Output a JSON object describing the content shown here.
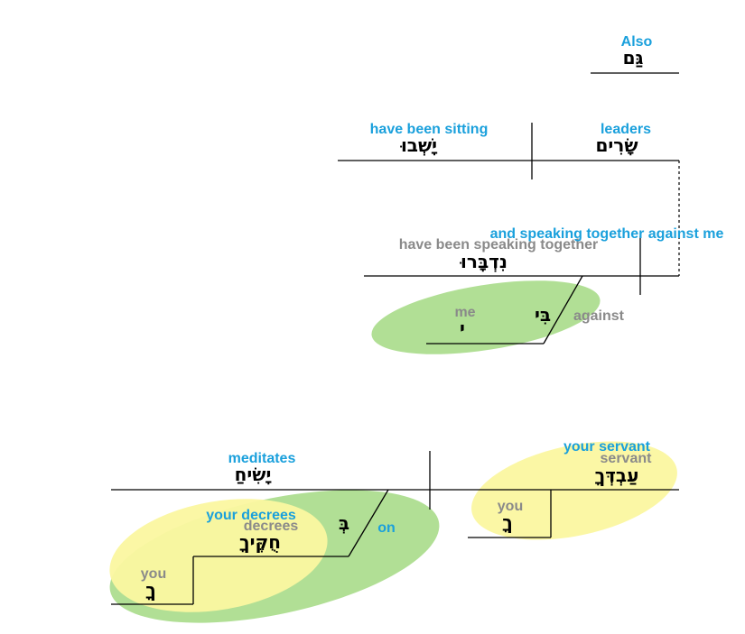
{
  "colors": {
    "gloss_blue": "#1aa0dc",
    "gloss_gray": "#8a8a8a",
    "green_highlight": "#a8dc8a",
    "yellow_highlight": "#fbf7a0"
  },
  "clause1": {
    "also": {
      "gloss": "Also",
      "hebrew": "גַּם"
    },
    "subject": {
      "gloss": "leaders",
      "hebrew": "שָׂרִים"
    },
    "verb": {
      "gloss": "have been sitting",
      "hebrew": "יָשְׁבוּ"
    },
    "participle": {
      "gloss": "and speaking together against me",
      "gloss_alt": "have been speaking together",
      "hebrew": "נִדְבָּרוּ"
    },
    "prep_phrase": {
      "preposition": {
        "gloss": "against",
        "hebrew": "בִּי"
      },
      "object": {
        "gloss": "me",
        "hebrew": "י"
      }
    }
  },
  "clause2": {
    "verb": {
      "gloss": "meditates",
      "hebrew": "יָשִׂיחַ"
    },
    "subject": {
      "gloss": "your servant",
      "gloss_alt": "servant",
      "hebrew": "עַבְדְּךָ",
      "possessor": {
        "gloss": "you",
        "hebrew": "ךָ"
      }
    },
    "prep_phrase": {
      "preposition": {
        "gloss": "on",
        "hebrew": "בְּ"
      },
      "object": {
        "gloss": "your decrees",
        "gloss_alt": "decrees",
        "hebrew": "חֻקֶּיךָ",
        "possessor": {
          "gloss": "you",
          "hebrew": "ךָ"
        }
      }
    }
  }
}
